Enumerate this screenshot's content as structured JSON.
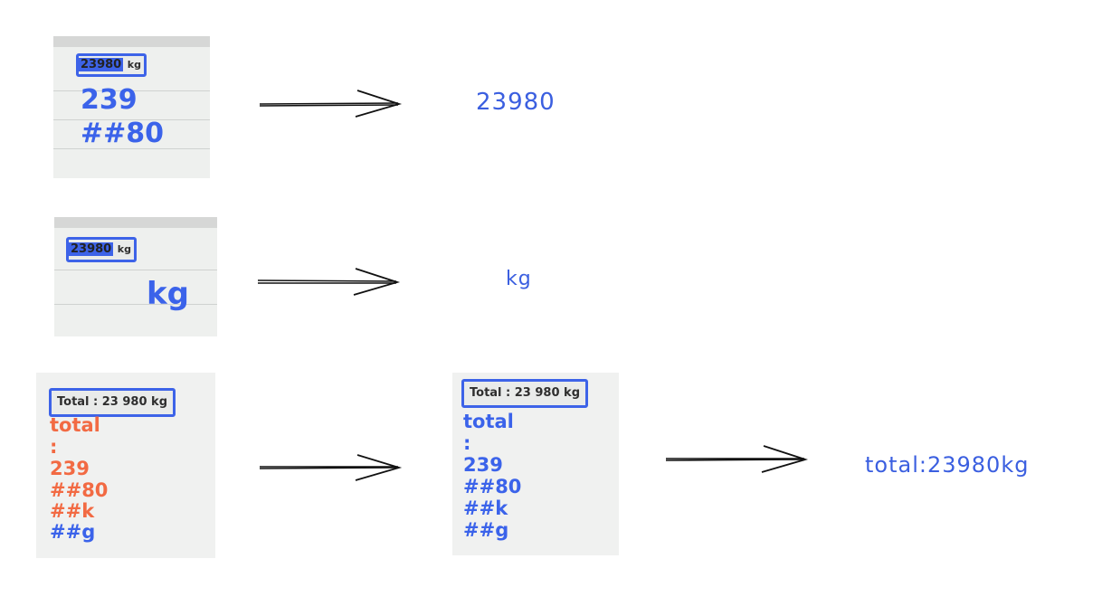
{
  "rows": [
    {
      "input_box": {
        "number": "23980",
        "unit": "kg"
      },
      "tokens": [
        "239",
        "##80"
      ],
      "token_color": "#3b63ea",
      "output": "23980"
    },
    {
      "input_box": {
        "number": "23980",
        "unit": "kg"
      },
      "tokens": [
        "kg"
      ],
      "token_color": "#3b63ea",
      "output": "kg"
    },
    {
      "input_box": {
        "text": "Total : 23 980 kg"
      },
      "tokens_stage1": [
        {
          "text": "total",
          "color": "#f26a43"
        },
        {
          "text": ":",
          "color": "#f26a43"
        },
        {
          "text": "239",
          "color": "#f26a43"
        },
        {
          "text": "##80",
          "color": "#f26a43"
        },
        {
          "text": "##k",
          "color": "#f26a43"
        },
        {
          "text": "##g",
          "color": "#3b63ea"
        }
      ],
      "tokens_stage2": [
        {
          "text": "total",
          "color": "#3b63ea"
        },
        {
          "text": ":",
          "color": "#3b63ea"
        },
        {
          "text": "239",
          "color": "#3b63ea"
        },
        {
          "text": "##80",
          "color": "#3b63ea"
        },
        {
          "text": "##k",
          "color": "#3b63ea"
        },
        {
          "text": "##g",
          "color": "#3b63ea"
        }
      ],
      "output": "total:23980kg"
    }
  ],
  "colors": {
    "box_border": "#3d63e8",
    "blue_token": "#3b63ea",
    "orange_token": "#f26a43",
    "arrow": "#111111"
  }
}
